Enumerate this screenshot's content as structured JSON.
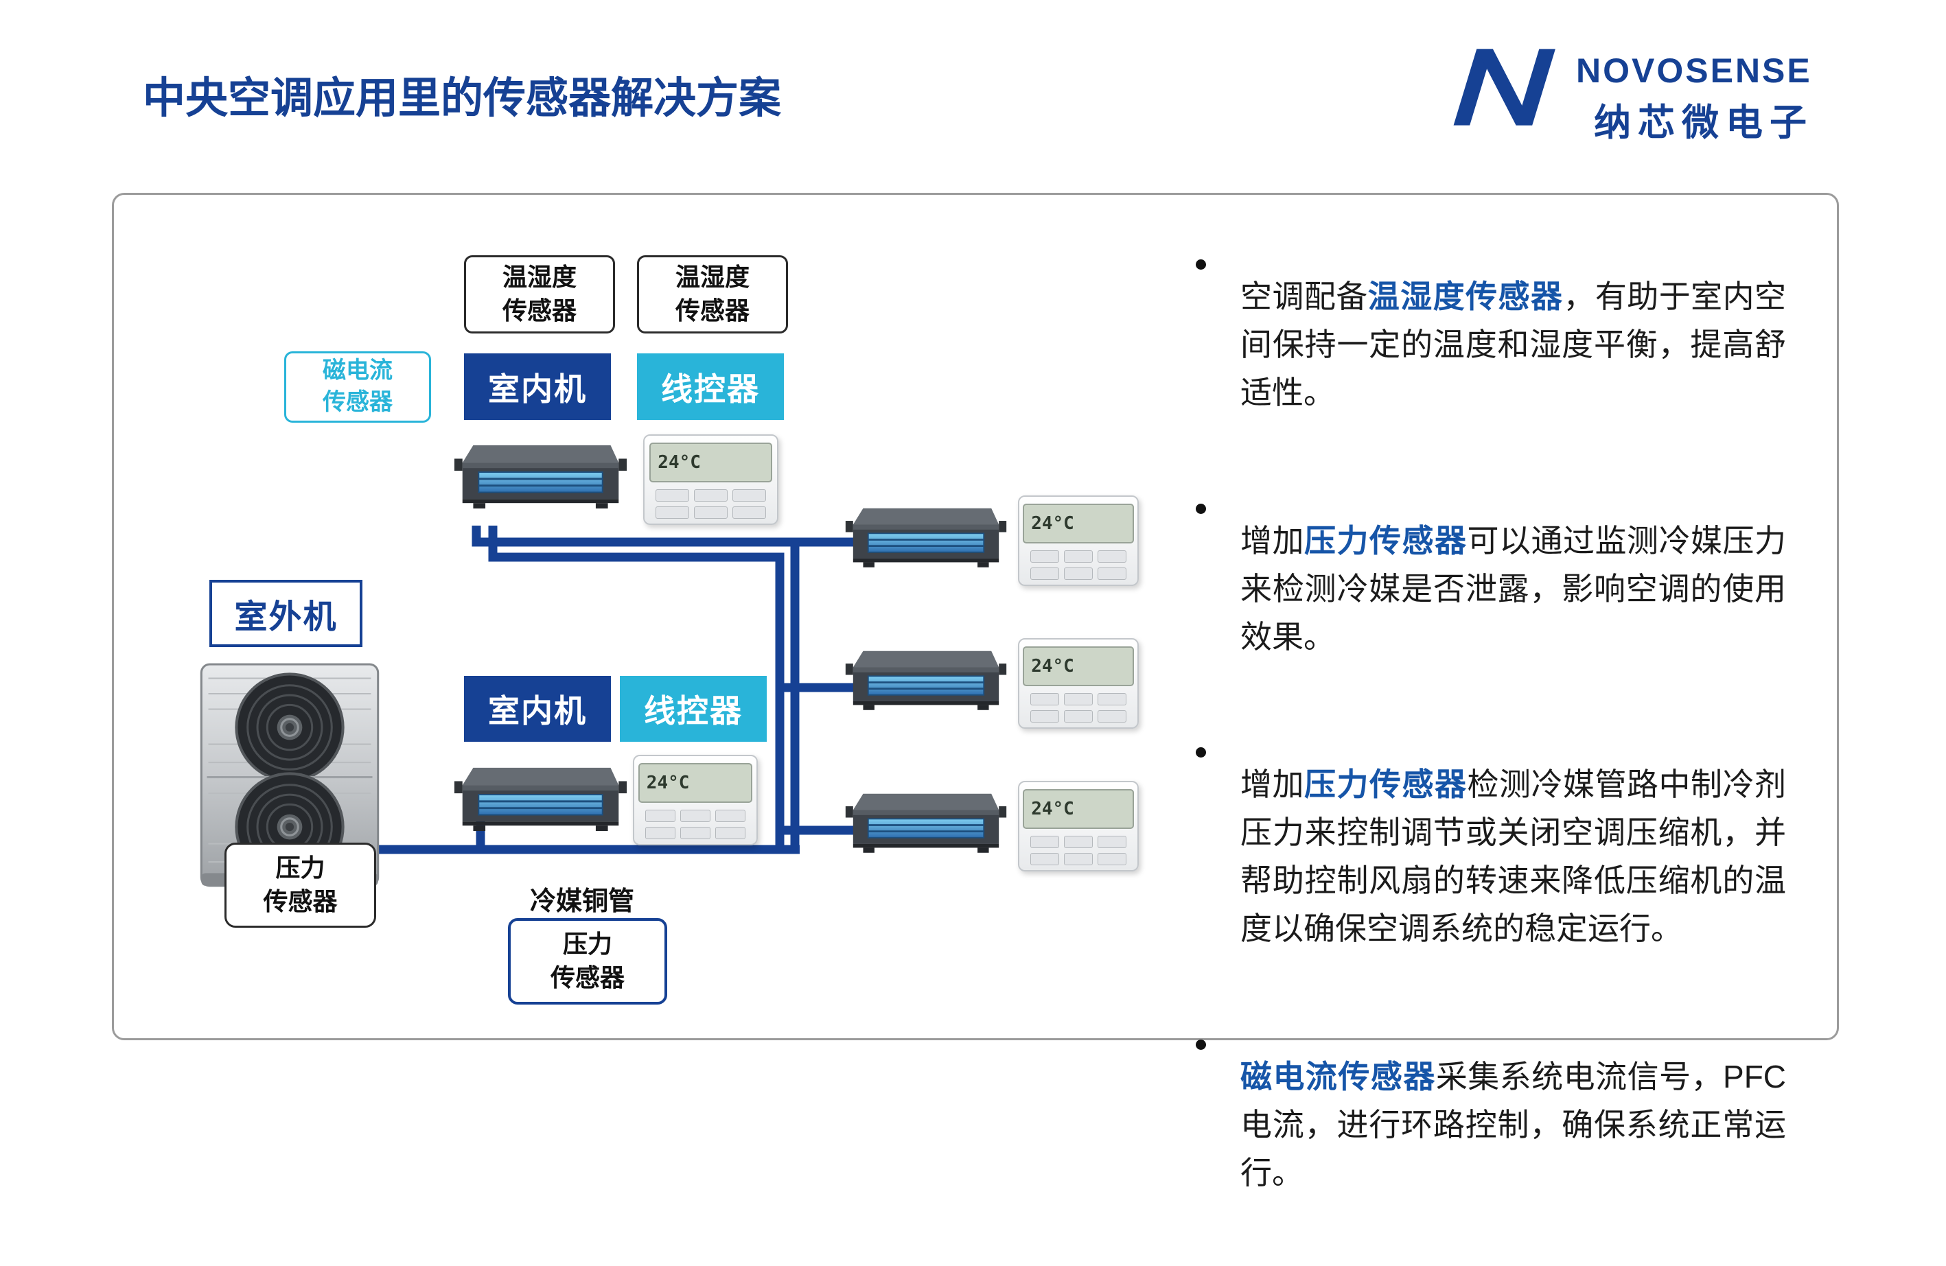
{
  "page": {
    "title": "中央空调应用里的传感器解决方案"
  },
  "logo": {
    "brand": "NOVOSENSE",
    "brand_cn": "纳芯微电子"
  },
  "colors": {
    "brand_blue": "#164194",
    "accent_cyan": "#29b4d9",
    "highlight_blue": "#1655a8",
    "pipe_blue": "#164194"
  },
  "diagram": {
    "temp_humidity_1": {
      "line1": "温湿度",
      "line2": "传感器"
    },
    "temp_humidity_2": {
      "line1": "温湿度",
      "line2": "传感器"
    },
    "magnetic_current": {
      "line1": "磁电流",
      "line2": "传感器"
    },
    "indoor_unit_top": "室内机",
    "wire_controller_top": "线控器",
    "indoor_unit_bottom": "室内机",
    "wire_controller_bottom": "线控器",
    "outdoor_unit": "室外机",
    "pressure_left": {
      "line1": "压力",
      "line2": "传感器"
    },
    "pressure_bottom": {
      "line1": "压力",
      "line2": "传感器"
    },
    "pipe_label": "冷媒铜管",
    "thermostat_display": "24°C"
  },
  "bullets": [
    {
      "pre": "空调配备",
      "highlight": "温湿度传感器",
      "post": "，有助于室内空间保持一定的温度和湿度平衡，提高舒适性。"
    },
    {
      "pre": "增加",
      "highlight": "压力传感器",
      "post": "可以通过监测冷媒压力来检测冷媒是否泄露，影响空调的使用效果。"
    },
    {
      "pre": "增加",
      "highlight": "压力传感器",
      "post": "检测冷媒管路中制冷剂压力来控制调节或关闭空调压缩机，并帮助控制风扇的转速来降低压缩机的温度以确保空调系统的稳定运行。"
    },
    {
      "pre": "",
      "highlight": "磁电流传感器",
      "post": "采集系统电流信号，PFC电流，进行环路控制，确保系统正常运行。"
    }
  ]
}
